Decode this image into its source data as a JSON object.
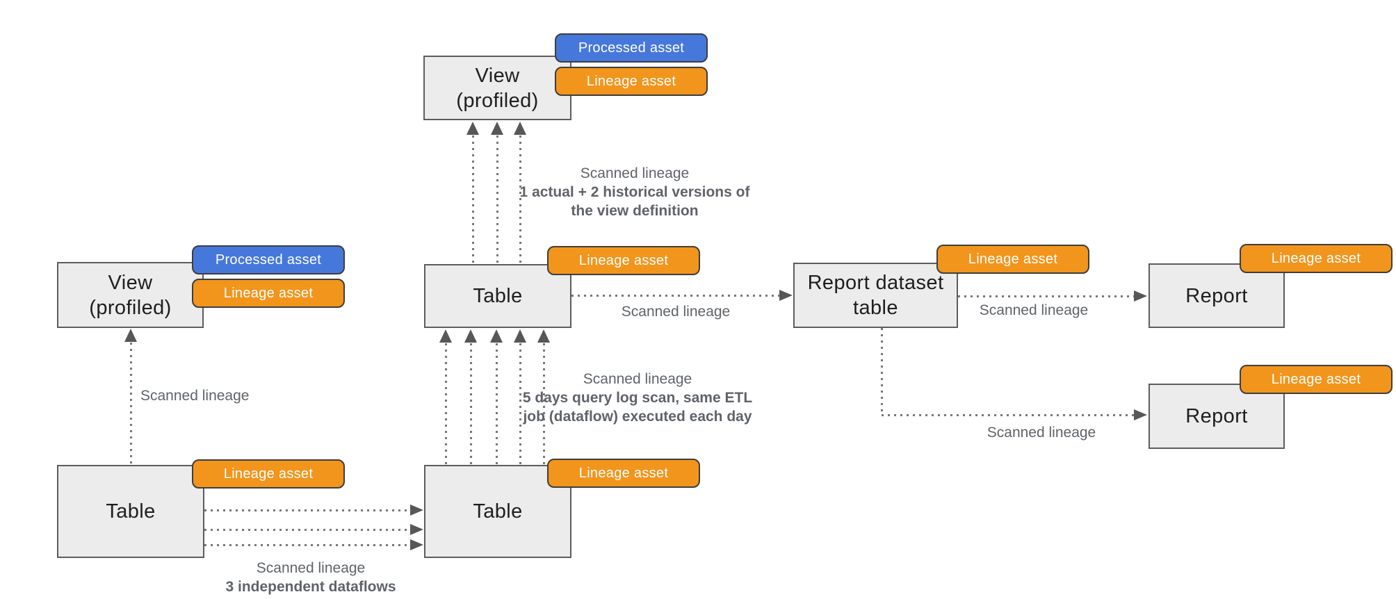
{
  "nodes": {
    "view_top": {
      "line1": "View",
      "line2": "(profiled)"
    },
    "view_left": {
      "line1": "View",
      "line2": "(profiled)"
    },
    "table_mid": {
      "label": "Table"
    },
    "table_bottom_left": {
      "label": "Table"
    },
    "table_bottom_center": {
      "label": "Table"
    },
    "report_dataset_table": {
      "line1": "Report dataset",
      "line2": "table"
    },
    "report_top": {
      "label": "Report"
    },
    "report_bottom": {
      "label": "Report"
    }
  },
  "badges": {
    "processed_asset": "Processed asset",
    "lineage_asset": "Lineage asset"
  },
  "annotations": {
    "scanned_lineage": "Scanned lineage",
    "view_definition_bold_1": "1 actual + 2 historical versions of",
    "view_definition_bold_2": "the view definition",
    "etl_bold_1": "5 days query log scan, same ETL",
    "etl_bold_2": "job (dataflow) executed each day",
    "dataflows_bold": "3 independent dataflows"
  },
  "colors": {
    "node_fill": "#ececec",
    "node_border": "#5c5c5c",
    "node_text": "#1e1e1e",
    "badge_blue": "#4678dc",
    "badge_orange": "#f2951d",
    "badge_border": "#3d3d3d",
    "badge_text": "#ffffff",
    "annotation_text": "#5f6368",
    "arrow": "#575757",
    "dot": "#777777",
    "background": "#ffffff"
  }
}
